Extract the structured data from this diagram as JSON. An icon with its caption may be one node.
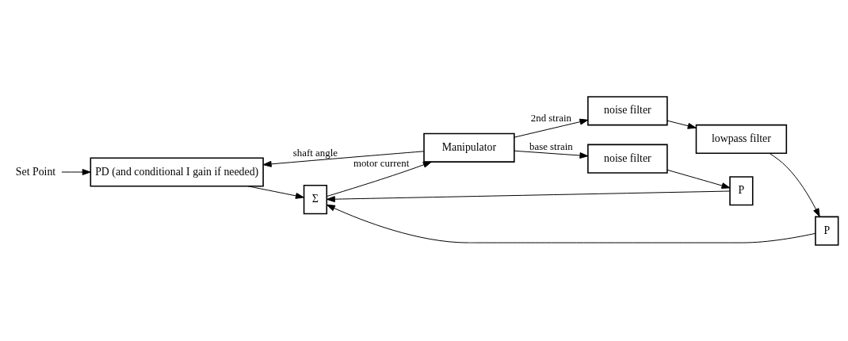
{
  "diagram": {
    "nodes": [
      {
        "text": [
          "PD (and conditional I gain if needed)"
        ]
      },
      {
        "text": [
          "Set Point"
        ]
      },
      {
        "text": [
          "Σ"
        ]
      },
      {
        "text": [
          "Manipulator"
        ]
      },
      {
        "text": [
          "noise filter"
        ]
      },
      {
        "text": [
          "noise filter"
        ]
      },
      {
        "text": [
          "lowpass filter"
        ]
      },
      {
        "text": [
          "P"
        ]
      },
      {
        "text": [
          "P"
        ]
      }
    ],
    "edges": [
      {
        "from": 1,
        "to": 0,
        "arrow": "to"
      },
      {
        "from": 0,
        "to": 2,
        "arrow": "to"
      },
      {
        "from": 2,
        "to": 3,
        "arrow": "to",
        "label": "motor current"
      },
      {
        "from": 3,
        "to": 0,
        "arrow": "to",
        "label": "shaft angle"
      },
      {
        "from": 3,
        "to": 4,
        "arrow": "to",
        "label": "base strain"
      },
      {
        "from": 3,
        "to": 5,
        "arrow": "to",
        "label": "2nd strain"
      },
      {
        "from": 5,
        "to": 6,
        "arrow": "to"
      },
      {
        "from": 6,
        "to": 7,
        "arrow": "to"
      },
      {
        "from": 7,
        "to": 2,
        "arrow": "to"
      },
      {
        "from": 4,
        "to": 8,
        "arrow": "to"
      },
      {
        "from": 8,
        "to": 2,
        "arrow": "to"
      }
    ]
  }
}
